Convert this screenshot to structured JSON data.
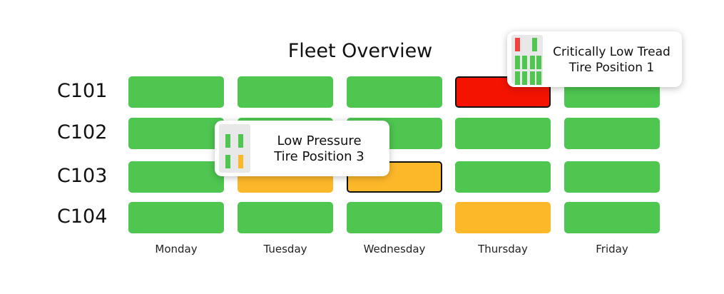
{
  "title": "Fleet Overview",
  "rows": [
    "C101",
    "C102",
    "C103",
    "C104"
  ],
  "days": [
    "Monday",
    "Tuesday",
    "Wednesday",
    "Thursday",
    "Friday"
  ],
  "status": [
    [
      "ok",
      "ok",
      "ok",
      "critical",
      "ok"
    ],
    [
      "ok",
      "ok",
      "ok",
      "ok",
      "ok"
    ],
    [
      "ok",
      "warning",
      "warning",
      "ok",
      "ok"
    ],
    [
      "ok",
      "ok",
      "ok",
      "warning",
      "ok"
    ]
  ],
  "selected": [
    [
      0,
      3
    ],
    [
      2,
      2
    ]
  ],
  "colors": {
    "ok": "#4ec650",
    "warning": "#fdb82a",
    "critical": "#f31300"
  },
  "tooltips": [
    {
      "line1": "Critically Low Tread",
      "line2": "Tire Position 1"
    },
    {
      "line1": "Low Pressure",
      "line2": "Tire Position 3"
    }
  ]
}
